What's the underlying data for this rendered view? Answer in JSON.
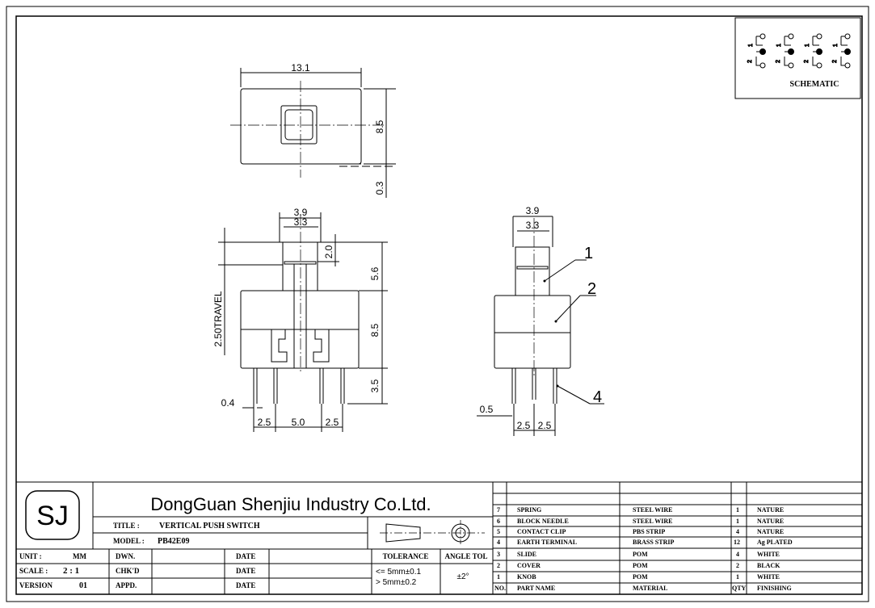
{
  "schematic": {
    "label": "SCHEMATIC"
  },
  "dims": {
    "top_width": "13.1",
    "top_height": "8.5",
    "top_gap": "0.3",
    "plunger_outer": "3.9",
    "plunger_inner": "3.3",
    "plunger_cap": "2.0",
    "plunger_height": "5.6",
    "body_height": "8.5",
    "pin_length": "3.5",
    "travel": "2.50TRAVEL",
    "pin_width": "0.4",
    "pitch_left": "2.5",
    "pitch_middle": "5.0",
    "pitch_right": "2.5",
    "side_outer": "3.9",
    "side_inner": "3.3",
    "side_pin": "0.5",
    "side_pitch_left": "2.5",
    "side_pitch_right": "2.5"
  },
  "callouts": {
    "c1": "1",
    "c2": "2",
    "c4": "4"
  },
  "title_block": {
    "logo": "SJ",
    "company": "DongGuan Shenjiu Industry Co.Ltd.",
    "title_label": "TITLE :",
    "title_value": "VERTICAL PUSH SWITCH",
    "model_label": "MODEL :",
    "model_value": "PB42E09",
    "unit_label": "UNIT :",
    "unit_value": "MM",
    "scale_label": "SCALE :",
    "scale_value": "2 : 1",
    "version_label": "VERSION",
    "version_value": "01",
    "dwn_label": "DWN.",
    "chkd_label": "CHK'D",
    "appd_label": "APPD.",
    "date_label": "DATE",
    "tolerance_label": "TOLERANCE",
    "angle_tol_label": "ANGLE TOL",
    "tolerance_1": "<= 5mm±0.1",
    "tolerance_2": "> 5mm±0.2",
    "angle_tol_value": "±2°"
  },
  "parts": [
    {
      "no": "7",
      "name": "SPRING",
      "material": "STEEL WIRE",
      "qty": "1",
      "finishing": "NATURE"
    },
    {
      "no": "6",
      "name": "BLOCK NEEDLE",
      "material": "STEEL WIRE",
      "qty": "1",
      "finishing": "NATURE"
    },
    {
      "no": "5",
      "name": "CONTACT CLIP",
      "material": "PBS STRIP",
      "qty": "4",
      "finishing": "NATURE"
    },
    {
      "no": "4",
      "name": "EARTH TERMINAL",
      "material": "BRASS STRIP",
      "qty": "12",
      "finishing": "Ag PLATED"
    },
    {
      "no": "3",
      "name": "SLIDE",
      "material": "POM",
      "qty": "4",
      "finishing": "WHITE"
    },
    {
      "no": "2",
      "name": "COVER",
      "material": "POM",
      "qty": "2",
      "finishing": "BLACK"
    },
    {
      "no": "1",
      "name": "KNOB",
      "material": "POM",
      "qty": "1",
      "finishing": "WHITE"
    }
  ],
  "parts_header": {
    "no": "NO.",
    "name": "PART NAME",
    "material": "MATERIAL",
    "qty": "QTY",
    "finishing": "FINISHING"
  }
}
